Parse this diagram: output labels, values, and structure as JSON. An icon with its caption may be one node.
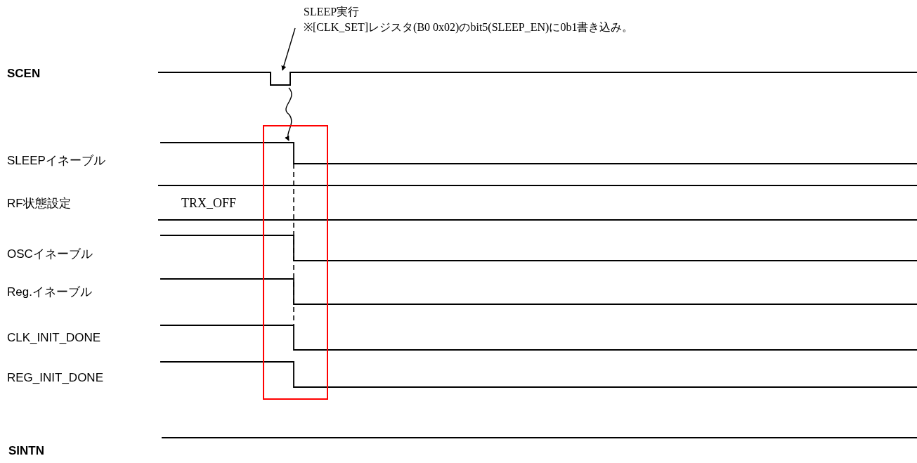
{
  "diagram": {
    "nodes": [
      {
        "text": [
          "SLEEP実行",
          "※[CLK_SET]レジスタ(B0 0x02)のbit5(SLEEP_EN)に0b1書き込み。"
        ]
      },
      {
        "text": [],
        "shape": "pulse"
      },
      {
        "text": [],
        "shape": "box"
      }
    ],
    "edges": [
      {
        "from": 0,
        "to": 1,
        "arrow": "to"
      },
      {
        "from": 1,
        "to": 2,
        "arrow": "to"
      }
    ],
    "labels": [
      "SCEN",
      "SLEEPイネーブル",
      "RF状態設定",
      "TRX_OFF",
      "OSCイネーブル",
      "Reg.イネーブル",
      "CLK_INIT_DONE",
      "REG_INIT_DONE",
      "SINTN"
    ]
  }
}
